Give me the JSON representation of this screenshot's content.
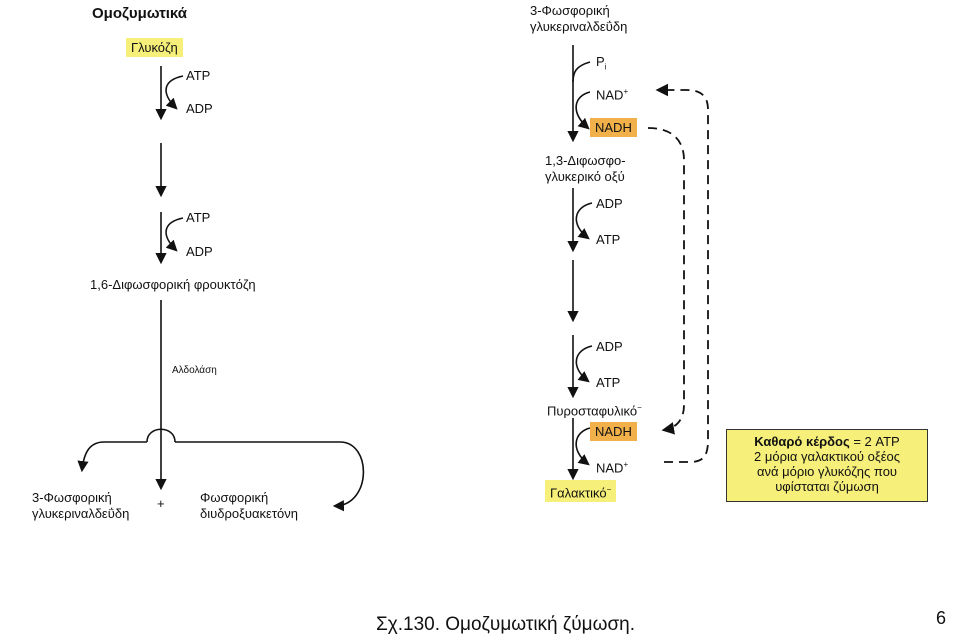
{
  "left": {
    "title": "Ομοζυμωτικά",
    "glucose": "Γλυκόζη",
    "atp1": "ATP",
    "adp1": "ADP",
    "atp2": "ATP",
    "adp2": "ADP",
    "fructose": "1,6-Διφωσφορική φρουκτόζη",
    "aldolase": "Αλδολάση",
    "g3p_line1": "3-Φωσφορική",
    "g3p_line2": "γλυκεριναλδεΰδη",
    "plus": "+",
    "dhap_line1": "Φωσφορική",
    "dhap_line2": "διυδροξυακετόνη"
  },
  "right": {
    "g3p_line1": "3-Φωσφορική",
    "g3p_line2": "γλυκεριναλδεΰδη",
    "pi": "P",
    "pi_sub": "i",
    "nad1": "NAD",
    "nad1_sup": "+",
    "nadh1": "NADH",
    "bpg_line1": "1,3-Διφωσφο-",
    "bpg_line2": "γλυκερικό οξύ",
    "adp1": "ADP",
    "atp1": "ATP",
    "adp2": "ADP",
    "atp2": "ATP",
    "pyruvate": "Πυροσταφυλικό",
    "pyruvate_sup": "−",
    "nadh2": "NADH",
    "nad2": "NAD",
    "nad2_sup": "+",
    "lactate": "Γαλακτικό",
    "lactate_sup": "−"
  },
  "summary": {
    "line1_bold": "Καθαρό κέρδος",
    "line1_rest": " = 2 ATP",
    "line2": "2 μόρια γαλακτικού οξέος",
    "line3": "ανά μόριο γλυκόζης που",
    "line4": "υφίσταται ζύμωση"
  },
  "caption": "Σχ.130. Ομοζυμωτική ζύμωση.",
  "page_number": "6",
  "colors": {
    "highlight_yellow": "#f6f07a",
    "highlight_orange": "#f2b04a"
  }
}
